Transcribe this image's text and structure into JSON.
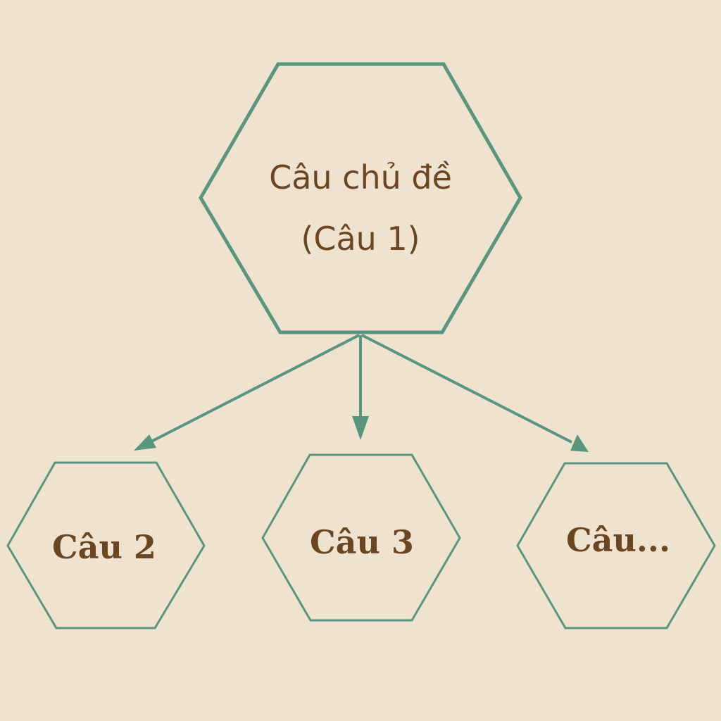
{
  "colors": {
    "background": "#efe3cf",
    "stroke": "#5a9580",
    "text": "#6b4623"
  },
  "topic_node": {
    "line1": "Câu chủ đề",
    "line2": "(Câu 1)"
  },
  "child_nodes": [
    {
      "label": "Câu 2"
    },
    {
      "label": "Câu 3"
    },
    {
      "label": "Câu..."
    }
  ]
}
